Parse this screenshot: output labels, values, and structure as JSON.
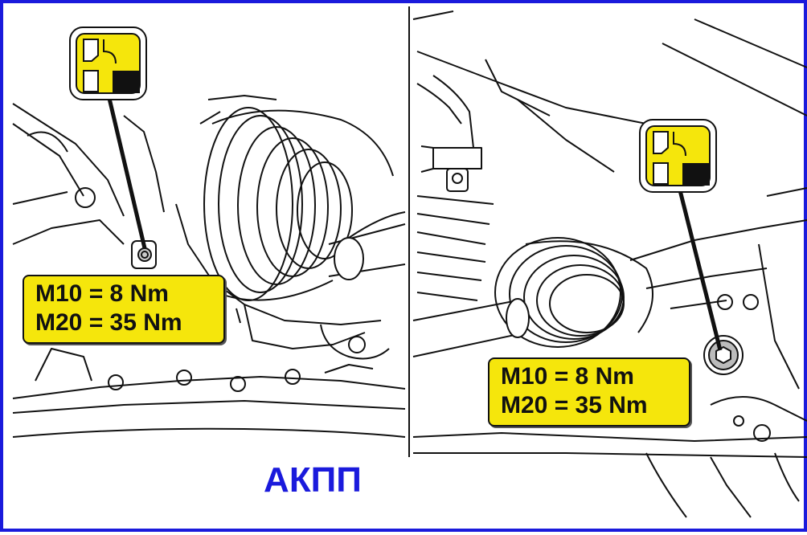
{
  "callouts": {
    "left": {
      "line1": "M10 = 8 Nm",
      "line2": "M20 = 35 Nm"
    },
    "right": {
      "line1": "M10 = 8 Nm",
      "line2": "M20 = 35 Nm"
    }
  },
  "caption": "АКПП",
  "icons": [
    "torque-wrench-icon-left",
    "torque-wrench-icon-right"
  ],
  "colors": {
    "frame": "#1a1adc",
    "callout_fill": "#f5e60c",
    "caption": "#1a1adc",
    "line_art": "#111111"
  }
}
